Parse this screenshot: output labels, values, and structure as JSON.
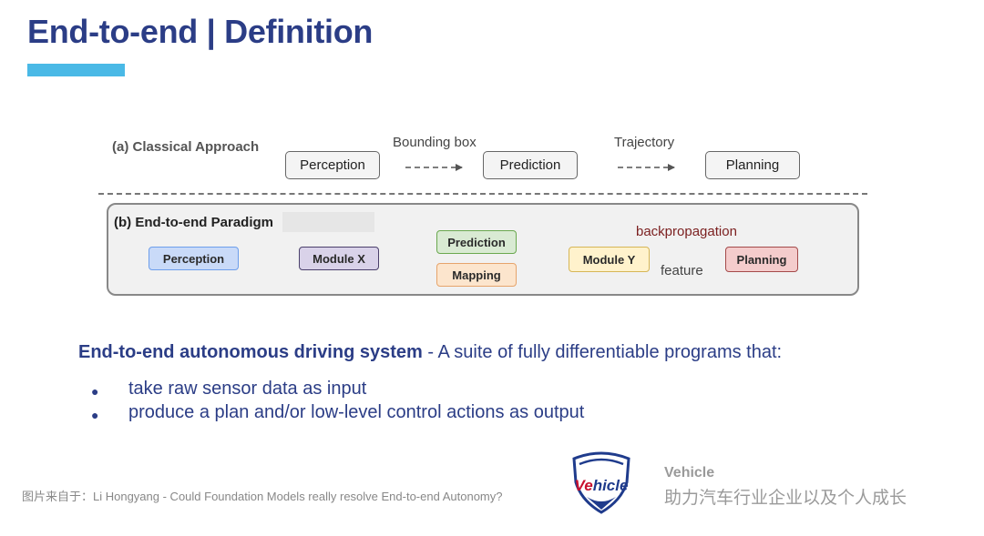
{
  "title": "End-to-end | Definition",
  "classical": {
    "label": "(a) Classical Approach",
    "boxes": [
      "Perception",
      "Prediction",
      "Planning"
    ],
    "edge_labels": [
      "Bounding box",
      "Trajectory"
    ]
  },
  "paradigm": {
    "label": "(b) End-to-end Paradigm",
    "modules": {
      "perception": "Perception",
      "module_x": "Module X",
      "prediction": "Prediction",
      "mapping": "Mapping",
      "module_y": "Module Y",
      "planning": "Planning"
    },
    "backprop_label": "backpropagation",
    "feature_label": "feature",
    "colors": {
      "forward_arrow": "#555555",
      "backward_arrow": "#7b1f1f"
    }
  },
  "description": {
    "highlight": "End-to-end autonomous driving system",
    "rest": " - A suite of fully differentiable programs that:"
  },
  "bullets": [
    "take raw sensor data as input",
    "produce a plan and/or low-level control actions as output"
  ],
  "bullet_symbol": "●",
  "source_note": "图片来自于：Li Hongyang - Could Foundation Models really resolve End-to-end Autonomy?",
  "brand": {
    "logo_text": "Vehicle",
    "name": "Vehicle",
    "slogan": "助力汽车行业企业以及个人成长"
  },
  "colors": {
    "title": "#2b3d86",
    "accent": "#4ab9e6",
    "brand_red": "#c8102e",
    "brand_blue": "#1f3b8c"
  }
}
